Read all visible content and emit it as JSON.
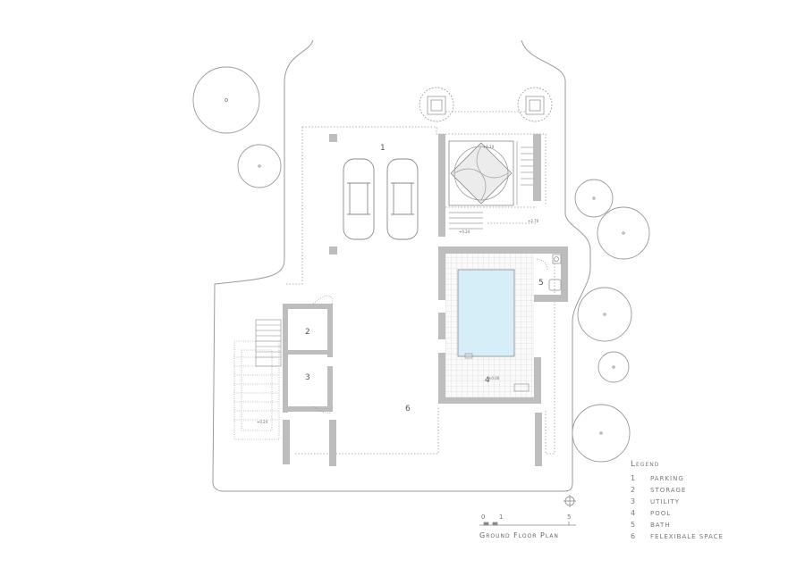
{
  "colors": {
    "wall": "#bdbdbd",
    "line": "#8a8a8a",
    "pool": "#d6eef7",
    "tree": "#9a9a9a"
  },
  "rooms": [
    {
      "label": "1"
    },
    {
      "label": "2"
    },
    {
      "label": "3"
    },
    {
      "label": "4"
    },
    {
      "label": "5"
    },
    {
      "label": "6"
    }
  ],
  "levels": [
    "+1.10",
    "+2.70",
    "+0.24",
    "±0.00",
    "+0.24"
  ],
  "legend": {
    "title": "Legend",
    "items": [
      {
        "num": "1",
        "label": "parking"
      },
      {
        "num": "2",
        "label": "storage"
      },
      {
        "num": "3",
        "label": "utility"
      },
      {
        "num": "4",
        "label": "pool"
      },
      {
        "num": "5",
        "label": "bath"
      },
      {
        "num": "6",
        "label": "felexibale space"
      }
    ]
  },
  "scale": {
    "ticks": [
      "0",
      "1",
      "5"
    ]
  },
  "plan_title": "Ground Floor Plan"
}
